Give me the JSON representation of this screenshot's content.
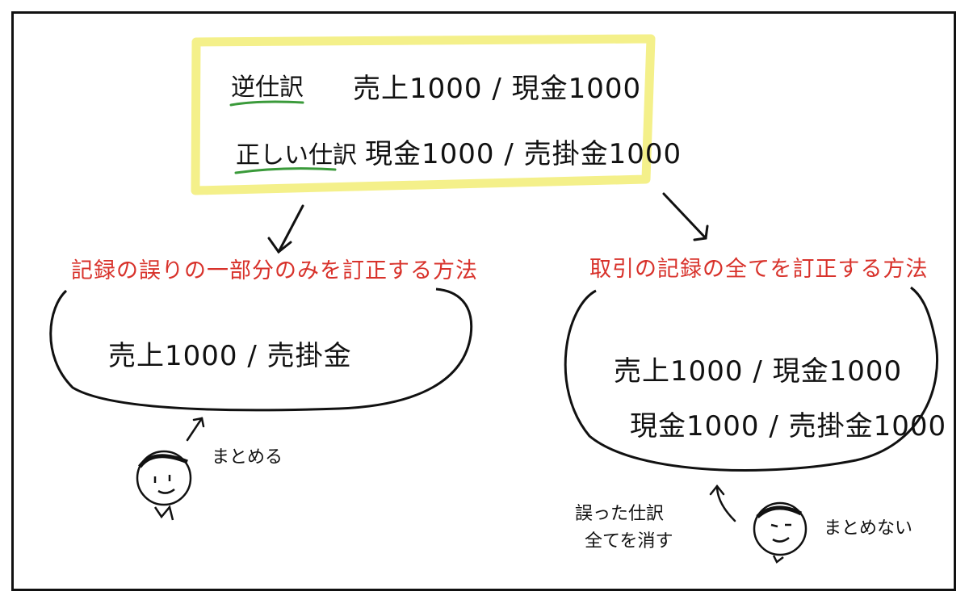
{
  "top_box": {
    "reverse_label": "逆仕訳",
    "reverse_entry": "売上1000 / 現金1000",
    "correct_label": "正しい仕訳",
    "correct_entry": "現金1000 / 売掛金1000",
    "highlight_color": "#f4f08a",
    "underline_color": "#3a9a3a"
  },
  "left_branch": {
    "heading": "記録の誤りの一部分のみを訂正する方法",
    "entry": "売上1000 / 売掛金",
    "person_note": "まとめる"
  },
  "right_branch": {
    "heading": "取引の記録の全てを訂正する方法",
    "entry_1": "売上1000 / 現金1000",
    "entry_2": "現金1000 / 売掛金1000",
    "side_note_line1": "誤った仕訳",
    "side_note_line2": "全てを消す",
    "person_note": "まとめない"
  },
  "colors": {
    "heading": "#d8322b",
    "ink": "#111111"
  }
}
